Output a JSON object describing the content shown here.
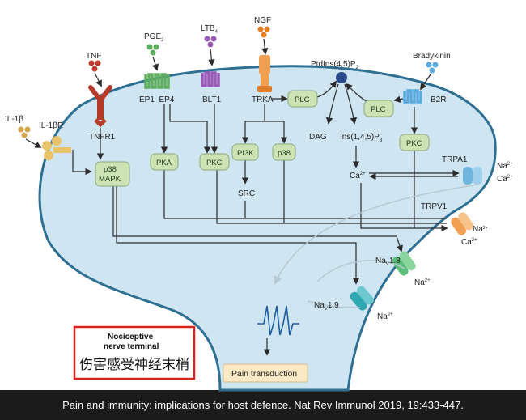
{
  "colors": {
    "background": "#1b1b1b",
    "panel": "#ffffff",
    "cell_fill": "#cfe6f2",
    "membrane": "#2e6f92",
    "node_fill": "#cde3b4",
    "arrow": "#2b2b2b",
    "highlight_box": "#d9231f",
    "ion_channel_cyan": "#6fb6dd",
    "ion_channel_orange": "#f0a050",
    "ion_channel_green": "#5cc07a",
    "ion_channel_teal": "#2fa7b0"
  },
  "ligands": {
    "tnf": "TNF",
    "il1b": "IL-1β",
    "pge2": "PGE",
    "pge2_sub": "2",
    "ltb4": "LTB",
    "ltb4_sub": "4",
    "ngf": "NGF",
    "bradykinin": "Bradykinin"
  },
  "receptors": {
    "tnfr1": "TNFR1",
    "il1br": "IL-1βR",
    "ep": "EP1–EP4",
    "blt1": "BLT1",
    "trka": "TRKA",
    "b2r": "B2R",
    "trpa1": "TRPA1",
    "trpv1": "TRPV1",
    "nav18_pre": "Na",
    "nav18_sub": "V",
    "nav18_post": "1.8",
    "nav19_pre": "Na",
    "nav19_sub": "V",
    "nav19_post": "1.9"
  },
  "nodes": {
    "p38_mapk_line1": "p38",
    "p38_mapk_line2": "MAPK",
    "pka": "PKA",
    "pkc_blt": "PKC",
    "pi3k": "PI3K",
    "p38": "p38",
    "plc_trka": "PLC",
    "plc_b2r": "PLC",
    "pkc_b2r": "PKC",
    "src": "SRC",
    "ptdins": "PtdIns(4,5)P",
    "ptdins_sub": "2",
    "dag": "DAG",
    "ins": "Ins(1,4,5)P",
    "ins_sub": "3",
    "ca_inner": "Ca",
    "ca_inner_sup": "2+"
  },
  "ions": {
    "na_trpa1": "Na",
    "na_trpa1_sup": "2+",
    "ca_trpa1": "Ca",
    "ca_trpa1_sup": "2+",
    "na_trpv1": "Na",
    "na_trpv1_sup": "2+",
    "ca_trpv1": "Ca",
    "ca_trpv1_sup": "2+",
    "na_nav18": "Na",
    "na_nav18_sup": "2+",
    "na_nav19": "Na",
    "na_nav19_sup": "2+"
  },
  "labels": {
    "nociceptive_line1": "Nociceptive",
    "nociceptive_line2": "nerve terminal",
    "chinese": "伤害感受神经末梢",
    "pain_transduction": "Pain transduction"
  },
  "caption": "Pain and immunity: implications for host defence. Nat Rev Immunol 2019, 19:433-447."
}
